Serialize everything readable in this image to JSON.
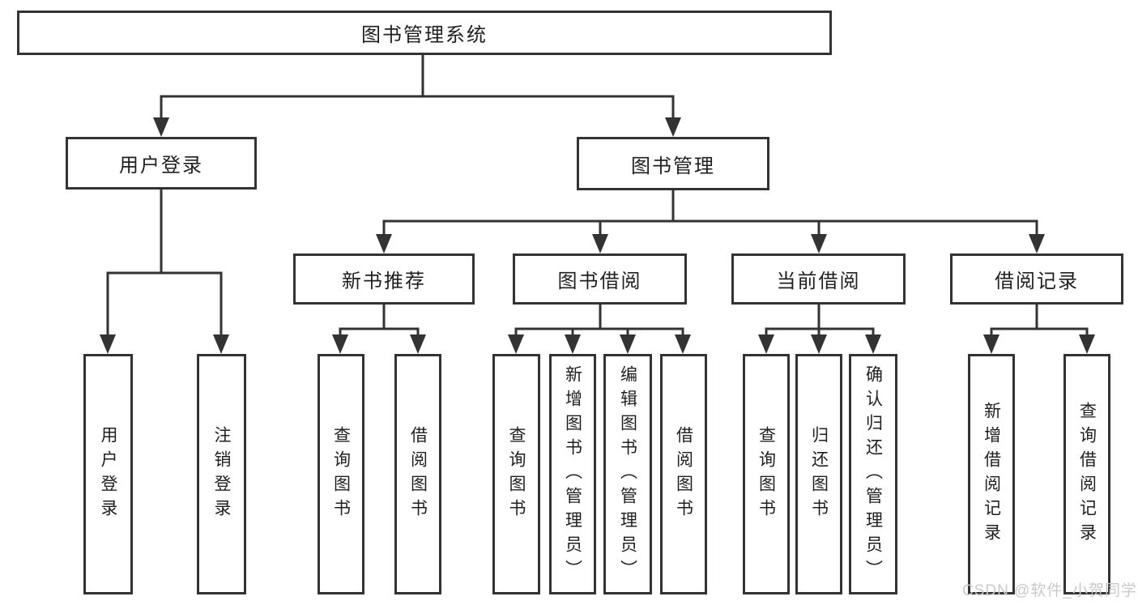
{
  "diagram": {
    "root": "图书管理系统",
    "level2": {
      "user_login": "用户登录",
      "book_mgmt": "图书管理"
    },
    "level3": [
      "新书推荐",
      "图书借阅",
      "当前借阅",
      "借阅记录"
    ],
    "leaves": {
      "user_login": [
        "用户登录",
        "注销登录"
      ],
      "new_book": [
        "查询图书",
        "借阅图书"
      ],
      "borrow": [
        "查询图书",
        "新增图书（管理员）",
        "编辑图书（管理员）",
        "借阅图书"
      ],
      "current": [
        "查询图书",
        "归还图书",
        "确认归还（管理员）"
      ],
      "records": [
        "新增借阅记录",
        "查询借阅记录"
      ]
    }
  },
  "watermark": {
    "text": "CSDN @软件_小贺同学"
  },
  "colors": {
    "line": "#333333",
    "text": "#1f1f1f",
    "background": "#ffffff",
    "watermark": "#c9c9c9"
  }
}
